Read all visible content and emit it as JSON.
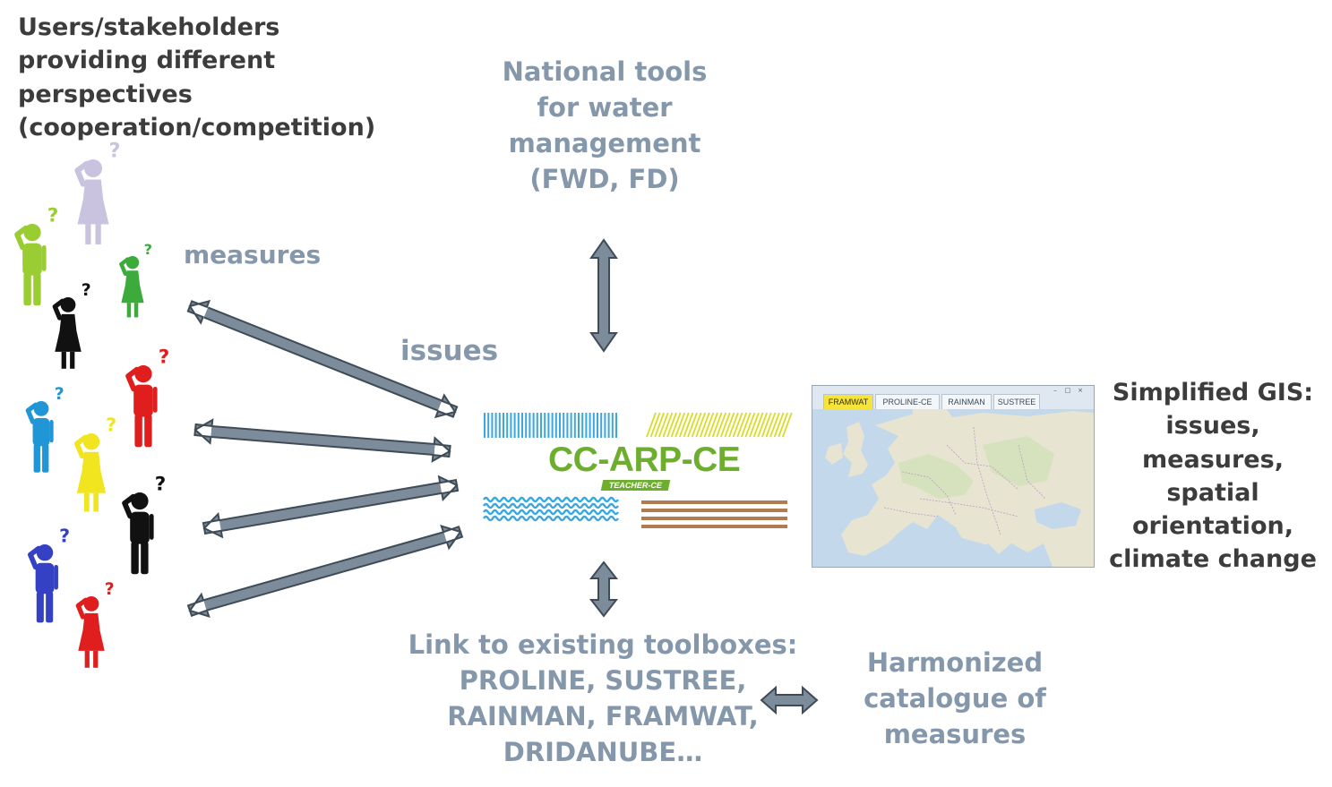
{
  "stakeholders": {
    "title": "Users/stakeholders\nproviding different\nperspectives\n(cooperation/competition)"
  },
  "national_tools": "National tools\nfor water\nmanagement\n(FWD, FD)",
  "labels": {
    "measures": "measures",
    "issues": "issues"
  },
  "logo": {
    "title": "CC-ARP-CE",
    "subtitle": "TEACHER-CE"
  },
  "gis_window": {
    "tabs": [
      "FRAMWAT",
      "PROLINE-CE",
      "RAINMAN",
      "SUSTREE"
    ],
    "active_tab": "FRAMWAT",
    "window_buttons": [
      "–",
      "□",
      "×"
    ]
  },
  "gis_text": "Simplified GIS:\nissues,\nmeasures,\nspatial\norientation,\nclimate change",
  "toolboxes": "Link to existing toolboxes:\nPROLINE, SUSTREE,\nRAINMAN, FRAMWAT,\nDRIDANUBE…",
  "catalogue": "Harmonized\ncatalogue of\nmeasures",
  "colors": {
    "arrow_fill": "#7c8c9b",
    "arrow_stroke": "#3f4b57",
    "label_blue_grey": "#8497ab",
    "dark_text": "#3c3c3c",
    "logo_green": "#6eae2f",
    "logo_blue": "#3aa7dd",
    "logo_yellow": "#d8dc2a",
    "logo_brown": "#b07c52"
  },
  "people": [
    {
      "color": "#c9c3e0",
      "figure": "woman"
    },
    {
      "color": "#9acd32",
      "figure": "man"
    },
    {
      "color": "#3cab3c",
      "figure": "woman"
    },
    {
      "color": "#111111",
      "figure": "woman"
    },
    {
      "color": "#e01e1e",
      "figure": "man"
    },
    {
      "color": "#2196d6",
      "figure": "man"
    },
    {
      "color": "#f0e51e",
      "figure": "woman"
    },
    {
      "color": "#111111",
      "figure": "man"
    },
    {
      "color": "#3541c4",
      "figure": "man"
    },
    {
      "color": "#e01e1e",
      "figure": "woman"
    }
  ]
}
